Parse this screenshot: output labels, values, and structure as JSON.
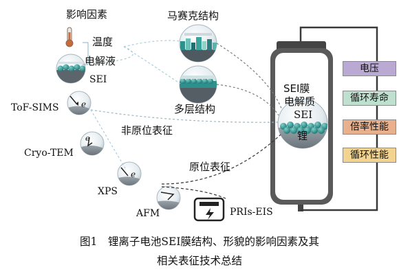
{
  "factors": {
    "heading": "影响因素",
    "temperature": "温度",
    "electrolyte": "电解液",
    "sei": "SEI"
  },
  "structures": {
    "mosaic": "马赛克结构",
    "multilayer": "多层结构"
  },
  "ex_situ": {
    "label": "非原位表征",
    "techniques": [
      "ToF-SIMS",
      "Cryo-TEM",
      "XPS",
      "AFM"
    ]
  },
  "in_situ": {
    "label": "原位表征",
    "technique": "PRIs-EIS"
  },
  "battery": {
    "text": [
      "SEI膜",
      "电解质",
      "SEI",
      "锂"
    ]
  },
  "affected_properties": [
    {
      "label": "电压",
      "color": "#b9a9d3"
    },
    {
      "label": "循环寿命",
      "color": "#bfe0cf"
    },
    {
      "label": "倍率性能",
      "color": "#e8b08c"
    },
    {
      "label": "循环性能",
      "color": "#f2d38f"
    }
  ],
  "caption": {
    "line1": "图1　锂离子电池SEI膜结构、形貌的影响因素及其",
    "line2": "相关表征技术总结"
  },
  "colors": {
    "sei_teal": "#3c9d98",
    "frame": "#3a3a3a"
  }
}
